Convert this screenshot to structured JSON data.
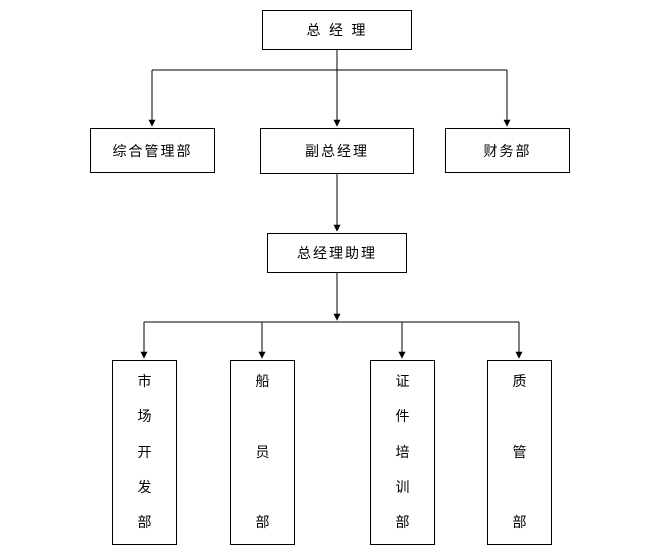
{
  "diagram": {
    "type": "org-chart",
    "colors": {
      "background": "#ffffff",
      "line": "#000000",
      "border": "#000000",
      "text": "#000000"
    },
    "nodes": {
      "general_manager": {
        "label": "总 经 理"
      },
      "admin_dept": {
        "label": "综合管理部"
      },
      "deputy_gm": {
        "label": "副总经理"
      },
      "finance_dept": {
        "label": "财务部"
      },
      "gm_assistant": {
        "label": "总经理助理"
      },
      "market_dev_dept": {
        "label": "市场开发部"
      },
      "crew_dept": {
        "label": "船员部"
      },
      "cert_training_dept": {
        "label": "证件培训部"
      },
      "quality_dept": {
        "label": "质管部"
      }
    },
    "edges": [
      {
        "from": "general_manager",
        "to": "admin_dept"
      },
      {
        "from": "general_manager",
        "to": "deputy_gm"
      },
      {
        "from": "general_manager",
        "to": "finance_dept"
      },
      {
        "from": "deputy_gm",
        "to": "gm_assistant"
      },
      {
        "from": "gm_assistant",
        "to": "market_dev_dept"
      },
      {
        "from": "gm_assistant",
        "to": "crew_dept"
      },
      {
        "from": "gm_assistant",
        "to": "cert_training_dept"
      },
      {
        "from": "gm_assistant",
        "to": "quality_dept"
      }
    ]
  }
}
